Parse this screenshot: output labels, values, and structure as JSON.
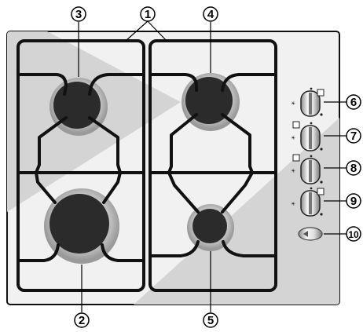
{
  "diagram": {
    "subject": "gas-hob-four-burners",
    "callouts": [
      "1",
      "2",
      "3",
      "4",
      "5",
      "6",
      "7",
      "8",
      "9",
      "10"
    ],
    "colors": {
      "panel": "#f1f1f1",
      "panel_shade": "#d4d4d4",
      "burner_cap": "#2b2b2b",
      "burner_ring": "#bdbdbd",
      "grate": "#111111"
    }
  }
}
